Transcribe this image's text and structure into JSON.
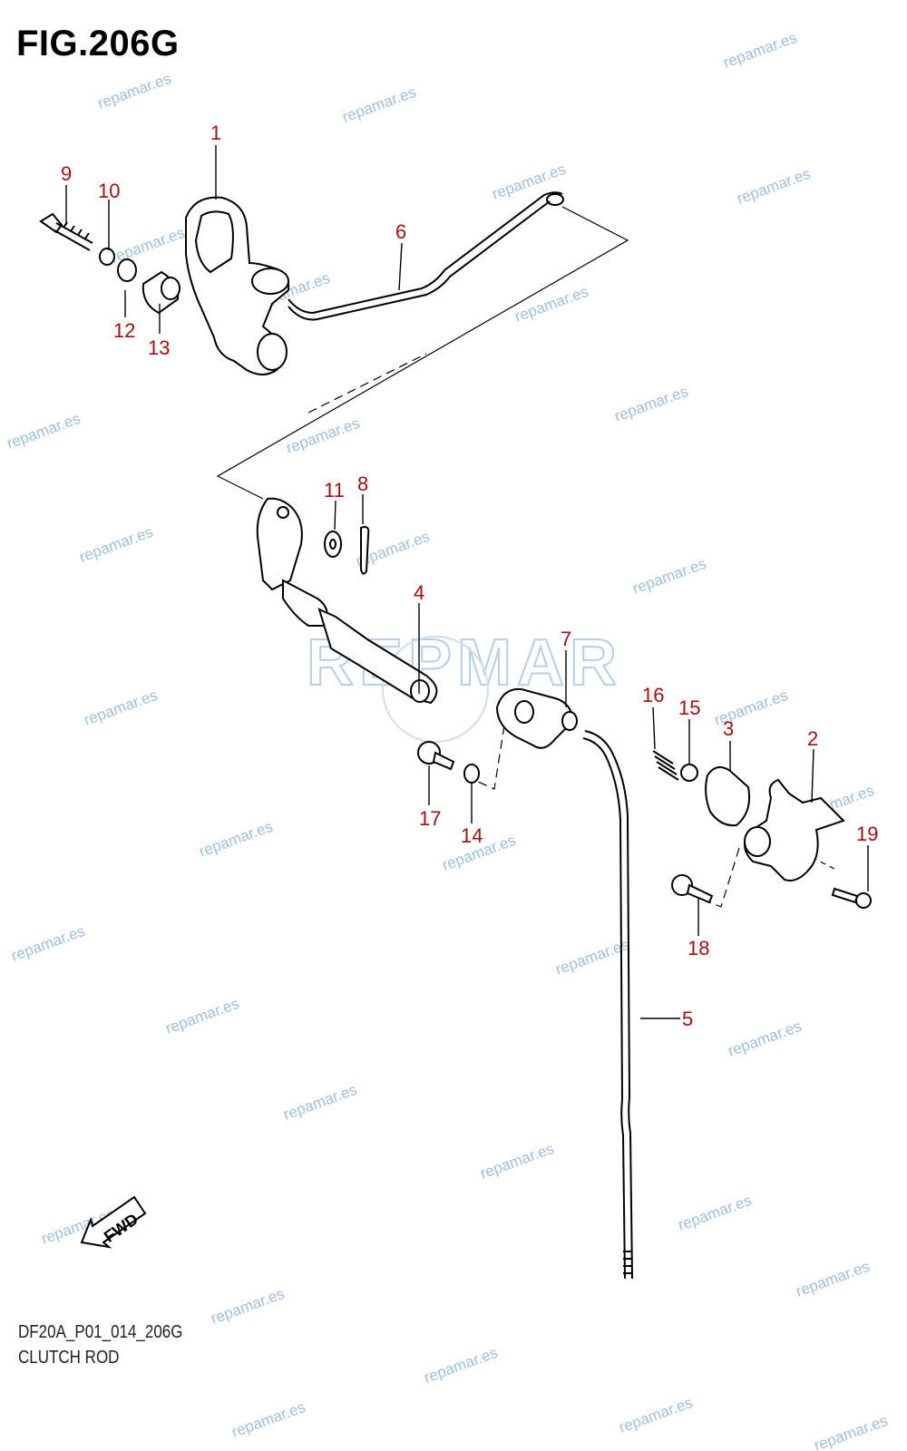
{
  "figure": {
    "title": "FIG.206G",
    "code": "DF20A_P01_014_206G",
    "caption": "CLUTCH ROD",
    "direction_badge": "FWD",
    "logo_text": "REPMAR"
  },
  "callouts": [
    "1",
    "2",
    "3",
    "4",
    "5",
    "6",
    "7",
    "8",
    "9",
    "10",
    "11",
    "12",
    "13",
    "14",
    "15",
    "16",
    "17",
    "18",
    "19"
  ],
  "watermark": "repamar.es",
  "colors": {
    "callout": "#a01010",
    "line": "#000000",
    "watermark": "#9fc0dc"
  }
}
